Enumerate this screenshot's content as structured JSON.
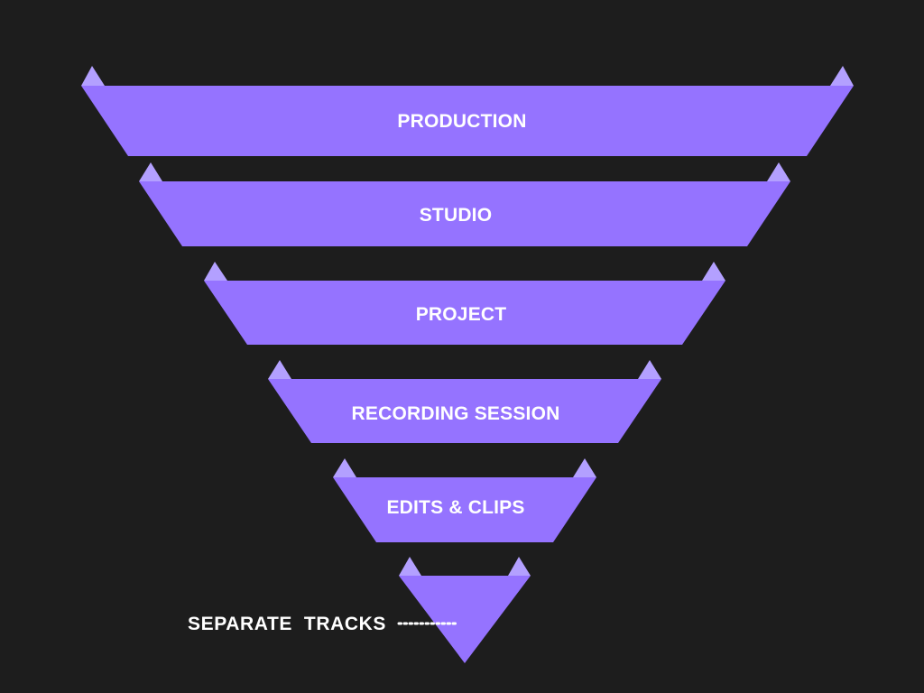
{
  "colors": {
    "background": "#1d1d1d",
    "band": "#9573ff",
    "tab": "#b3a0ff",
    "text": "#ffffff"
  },
  "funnel": {
    "tiers": [
      {
        "label": "PRODUCTION"
      },
      {
        "label": "STUDIO"
      },
      {
        "label": "PROJECT"
      },
      {
        "label": "RECORDING SESSION"
      },
      {
        "label": "EDITS & CLIPS"
      }
    ],
    "tip": {
      "callout": "SEPARATE  TRACKS"
    }
  }
}
